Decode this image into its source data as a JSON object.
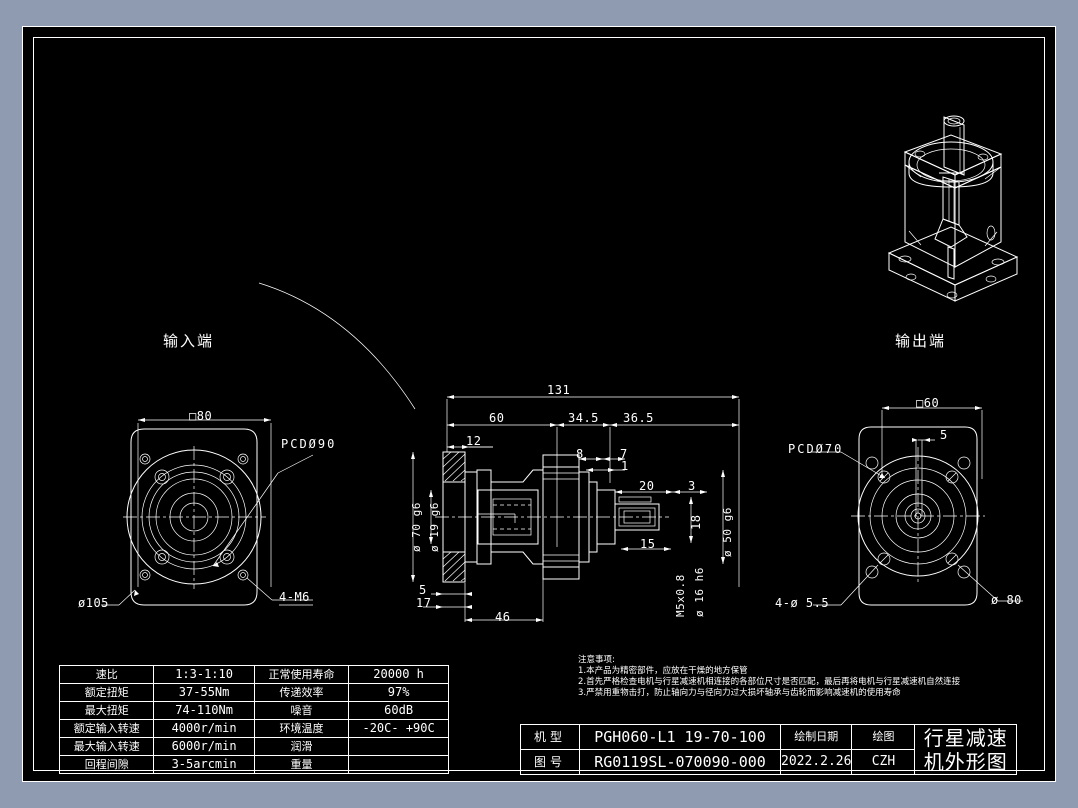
{
  "drawing": {
    "title": "行星减速机外形图",
    "input_label": "输入端",
    "output_label": "输出端"
  },
  "views": {
    "left": {
      "dims": [
        "□80",
        "PCDØ90",
        "ø105",
        "4-M6"
      ]
    },
    "section": {
      "dims": [
        "131",
        "60",
        "34.5",
        "36.5",
        "12",
        "8",
        "7",
        "1",
        "20",
        "3",
        "15",
        "18",
        "5",
        "17",
        "46",
        "ø 70 g6",
        "ø 19 g6",
        "ø 50 g6",
        "M5x0.8",
        "ø 16 h6"
      ]
    },
    "right": {
      "dims": [
        "□60",
        "PCDØ70",
        "4-ø 5.5",
        "ø 80",
        "5"
      ]
    }
  },
  "specs": {
    "rows": [
      {
        "label": "速比",
        "value": "1:3-1:10",
        "label2": "正常使用寿命",
        "value2": "20000 h"
      },
      {
        "label": "额定扭矩",
        "value": "37-55Nm",
        "label2": "传递效率",
        "value2": "97%"
      },
      {
        "label": "最大扭矩",
        "value": "74-110Nm",
        "label2": "噪音",
        "value2": "60dB"
      },
      {
        "label": "额定输入转速",
        "value": "4000r/min",
        "label2": "环境温度",
        "value2": "-20C- +90C"
      },
      {
        "label": "最大输入转速",
        "value": "6000r/min",
        "label2": "润滑",
        "value2": ""
      },
      {
        "label": "回程间隙",
        "value": "3-5arcmin",
        "label2": "重量",
        "value2": ""
      }
    ]
  },
  "notes": {
    "heading": "注意事项:",
    "lines": [
      "1.本产品为精密部件，应放在干燥的地方保管",
      "2.首先严格检查电机与行星减速机相连接的各部位尺寸是否匹配，最后再将电机与行星减速机自然连接",
      "3.严禁用重物击打，防止轴向力与径向力过大损坏轴承与齿轮而影响减速机的使用寿命"
    ]
  },
  "titleblock": {
    "model_label": "机型",
    "model_value": "PGH060-L1 19-70-100",
    "drawno_label": "图号",
    "drawno_value": "RG0119SL-070090-000",
    "date_label": "绘制日期",
    "date_value": "2022.2.26",
    "drawn_label": "绘图",
    "drawn_value": "CZH",
    "title": "行星减速机外形图"
  },
  "colors": {
    "background": "#8e9bb0",
    "sheet": "#000000",
    "line": "#ffffff"
  }
}
